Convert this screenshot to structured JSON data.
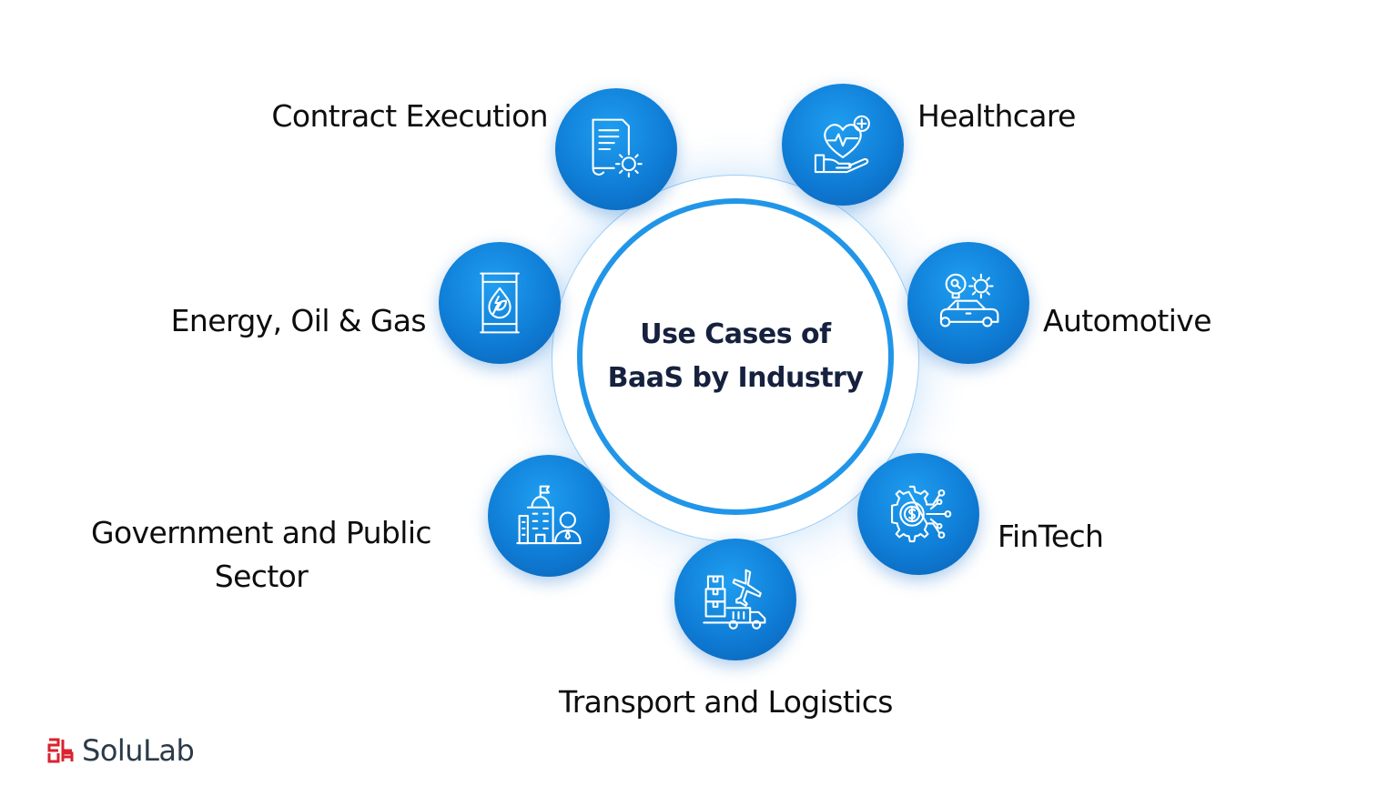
{
  "diagram": {
    "title": "Use Cases of BaaS by Industry",
    "items": [
      {
        "label": "Contract Execution",
        "icon": "contract-gear-icon"
      },
      {
        "label": "Healthcare",
        "icon": "heart-hand-icon"
      },
      {
        "label": "Energy, Oil & Gas",
        "icon": "oil-barrel-icon"
      },
      {
        "label": "Automotive",
        "icon": "car-gear-icon"
      },
      {
        "label": "Government and Public Sector",
        "icon": "government-building-icon"
      },
      {
        "label": "FinTech",
        "icon": "dollar-gear-circuit-icon"
      },
      {
        "label": "Transport and Logistics",
        "icon": "plane-truck-boxes-icon"
      }
    ]
  },
  "brand": {
    "name": "SoluLab",
    "logo_icon": "solulab-logo-icon"
  },
  "colors": {
    "node": "#0f7dd6",
    "ring": "#2196e8",
    "title": "#16213e",
    "text": "#0d0d0d",
    "logo": "#d9232e"
  }
}
